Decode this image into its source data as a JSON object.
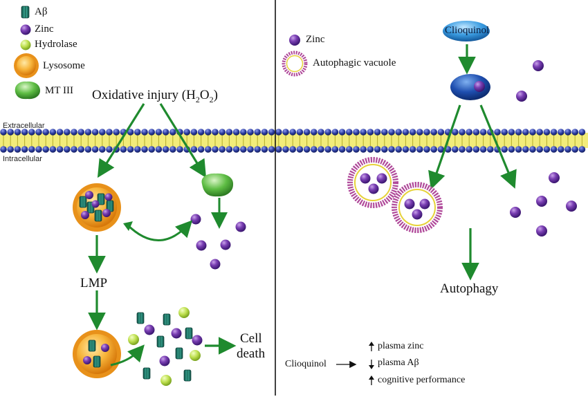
{
  "legend_left": {
    "abeta": "Aβ",
    "zinc": "Zinc",
    "hydrolase": "Hydrolase",
    "lysosome": "Lysosome",
    "mt3": "MT III"
  },
  "legend_right": {
    "zinc": "Zinc",
    "autophagic_vacuole": "Autophagic vacuole"
  },
  "membrane": {
    "extracellular": "Extracellular",
    "intracellular": "Intracellular"
  },
  "left": {
    "stimulus_prefix": "Oxidative injury (H",
    "sub_2": "2",
    "mid_o": "O",
    "stimulus_suffix": ")",
    "lmp": "LMP",
    "outcome_line1": "Cell",
    "outcome_line2": "death"
  },
  "right": {
    "drug": "Clioquinol",
    "outcome": "Autophagy",
    "summary_drug": "Clioquinol",
    "effects": [
      "plasma zinc",
      "plasma Aβ",
      "cognitive performance"
    ],
    "effect_directions": [
      "up",
      "down",
      "up"
    ]
  },
  "colors": {
    "arrow_green": "#1f8a2e",
    "zinc_purple": "#5b2a91",
    "abeta_teal": "#1d7566",
    "hydrolase_green": "#b3d84a",
    "lysosome_orange": "#f29a1a",
    "mt3_green": "#47a83a",
    "membrane_head_blue": "#2a3b9e",
    "membrane_tail_yellow": "#e8e23a",
    "clioquinol_blue": "#1f7fc7",
    "vacuole_pink": "#b04a9a"
  }
}
